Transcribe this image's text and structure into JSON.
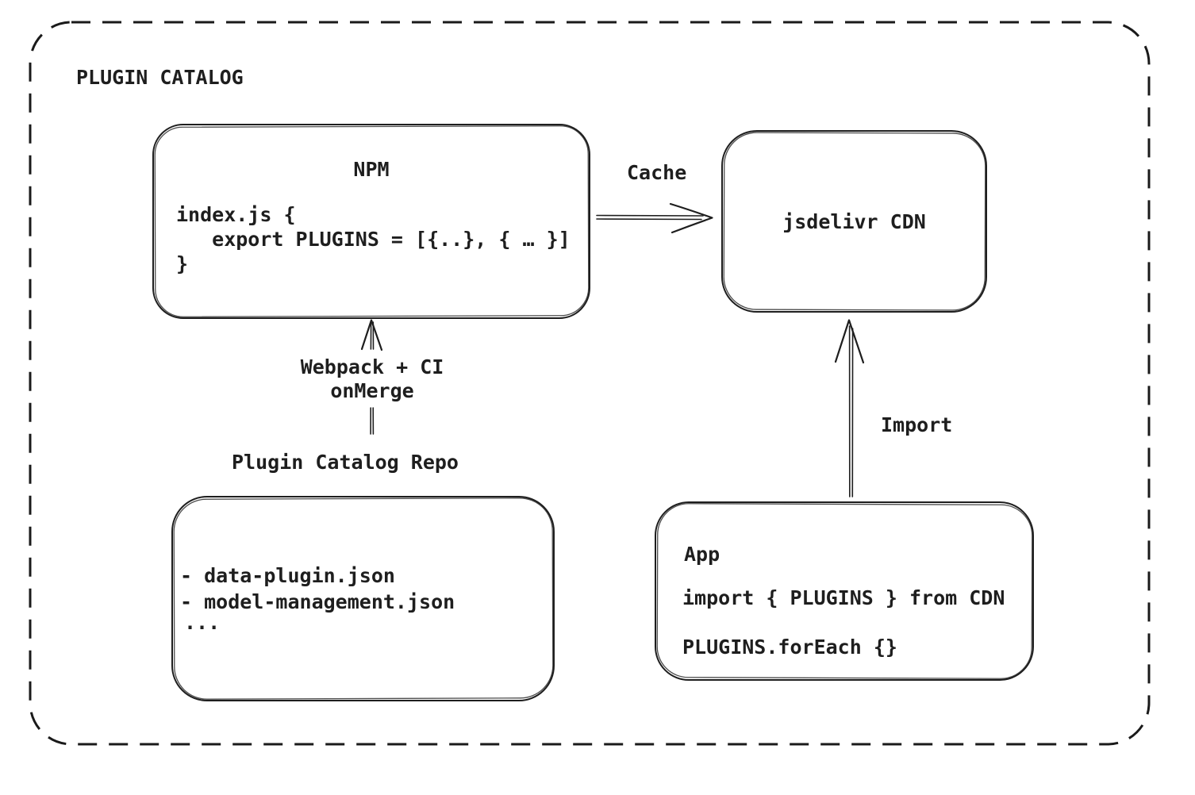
{
  "diagram": {
    "title": "PLUGIN CATALOG",
    "nodes": {
      "npm": {
        "title": "NPM",
        "code": [
          "index.js {",
          "   export PLUGINS = [{..}, { … }]",
          "}"
        ]
      },
      "cdn": {
        "label": "jsdelivr CDN"
      },
      "repo": {
        "label": "Plugin Catalog Repo",
        "files": [
          "- data-plugin.json",
          "- model-management.json",
          "..."
        ]
      },
      "app": {
        "title": "App",
        "code": [
          "import { PLUGINS } from CDN",
          "PLUGINS.forEach {}"
        ]
      }
    },
    "edges": {
      "cache": {
        "label": "Cache"
      },
      "build": {
        "label": "Webpack + CI\nonMerge"
      },
      "import": {
        "label": "Import"
      }
    },
    "colors": {
      "stroke": "#1e1e1e",
      "background": "#ffffff"
    }
  }
}
